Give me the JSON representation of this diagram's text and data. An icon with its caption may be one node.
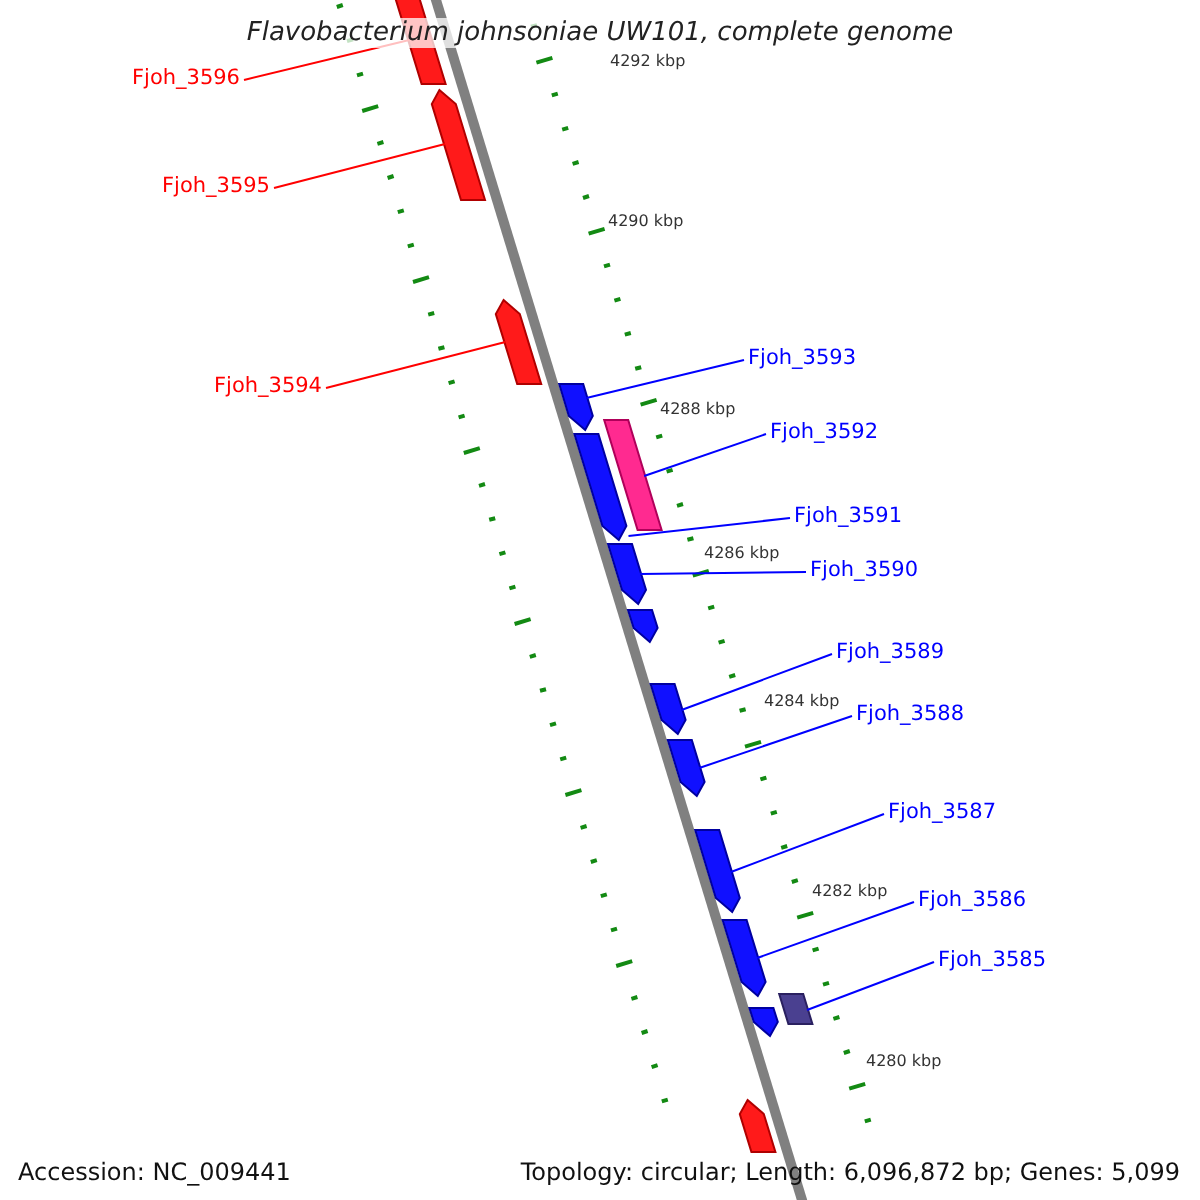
{
  "diagram": {
    "title": "Flavobacterium johnsoniae UW101, complete genome",
    "nodes": [
      {
        "text": [
          "Fjoh_3596"
        ]
      },
      {
        "text": [
          "Fjoh_3595"
        ]
      },
      {
        "text": [
          "Fjoh_3594"
        ]
      },
      {
        "text": [
          "Fjoh_3593"
        ]
      },
      {
        "text": [
          "Fjoh_3592"
        ]
      },
      {
        "text": [
          "Fjoh_3591"
        ]
      },
      {
        "text": [
          "Fjoh_3590"
        ]
      },
      {
        "text": [
          "Fjoh_3589"
        ]
      },
      {
        "text": [
          "Fjoh_3588"
        ]
      },
      {
        "text": [
          "Fjoh_3587"
        ]
      },
      {
        "text": [
          "Fjoh_3586"
        ]
      },
      {
        "text": [
          "Fjoh_3585"
        ]
      },
      {
        "text": [],
        "shape": "bar"
      },
      {
        "text": [],
        "shape": "bar"
      },
      {
        "text": [],
        "shape": "bar"
      },
      {
        "text": [],
        "shape": "bar"
      },
      {
        "text": [],
        "shape": "bar"
      },
      {
        "text": [],
        "shape": "bar"
      },
      {
        "text": [],
        "shape": "bar"
      },
      {
        "text": [],
        "shape": "bar"
      },
      {
        "text": [],
        "shape": "bar"
      },
      {
        "text": [],
        "shape": "bar"
      },
      {
        "text": [],
        "shape": "bar"
      },
      {
        "text": [],
        "shape": "bar"
      },
      {
        "text": [],
        "shape": "bar"
      },
      {
        "text": [],
        "shape": "bar"
      },
      {
        "text": [],
        "shape": "bar"
      }
    ],
    "edges": [
      {
        "from": 0,
        "to": 12,
        "arrow": "none",
        "color": "#ff0000"
      },
      {
        "from": 1,
        "to": 13,
        "arrow": "none",
        "color": "#ff0000"
      },
      {
        "from": 2,
        "to": 14,
        "arrow": "none",
        "color": "#ff0000"
      },
      {
        "from": 3,
        "to": 15,
        "arrow": "none"
      },
      {
        "from": 4,
        "to": 16,
        "arrow": "none"
      },
      {
        "from": 5,
        "to": 17,
        "arrow": "none"
      },
      {
        "from": 6,
        "to": 18,
        "arrow": "none"
      },
      {
        "from": 7,
        "to": 20,
        "arrow": "none"
      },
      {
        "from": 8,
        "to": 21,
        "arrow": "none"
      },
      {
        "from": 9,
        "to": 22,
        "arrow": "none"
      },
      {
        "from": 10,
        "to": 23,
        "arrow": "none"
      },
      {
        "from": 11,
        "to": 24,
        "arrow": "none"
      }
    ],
    "labels": [
      "4292 kbp",
      "4290 kbp",
      "4288 kbp",
      "4286 kbp",
      "4284 kbp",
      "4282 kbp",
      "4280 kbp",
      "Accession: NC_009441",
      "Topology: circular; Length: 6,096,872 bp; Genes: 5,099"
    ]
  }
}
